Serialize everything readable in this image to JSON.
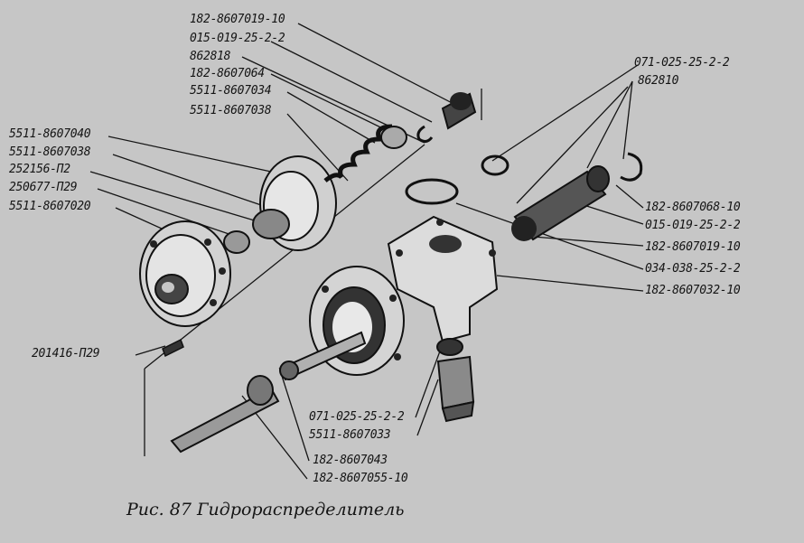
{
  "caption": "Рис. 87  Гидрораспределитель",
  "labels": {
    "l1": "182-8607019-10",
    "l2": "015-019-25-2-2",
    "l3": "862818",
    "l4": "182-8607064",
    "l5": "5511-8607034",
    "l6": "5511-8607038",
    "l7": "5511-8607040",
    "l8": "5511-8607038",
    "l9": "252156-П2",
    "l10": "250677-П29",
    "l11": "5511-8607020",
    "l12": "201416-П29",
    "r1": "071-025-25-2-2",
    "r2": "862810",
    "r3": "182-8607068-10",
    "r4": "015-019-25-2-2",
    "r5": "182-8607019-10",
    "r6": "034-038-25-2-2",
    "r7": "182-8607032-10",
    "b1": "071-025-25-2-2",
    "b2": "5511-8607033",
    "b3": "182-8607043",
    "b4": "182-8607055-10"
  }
}
